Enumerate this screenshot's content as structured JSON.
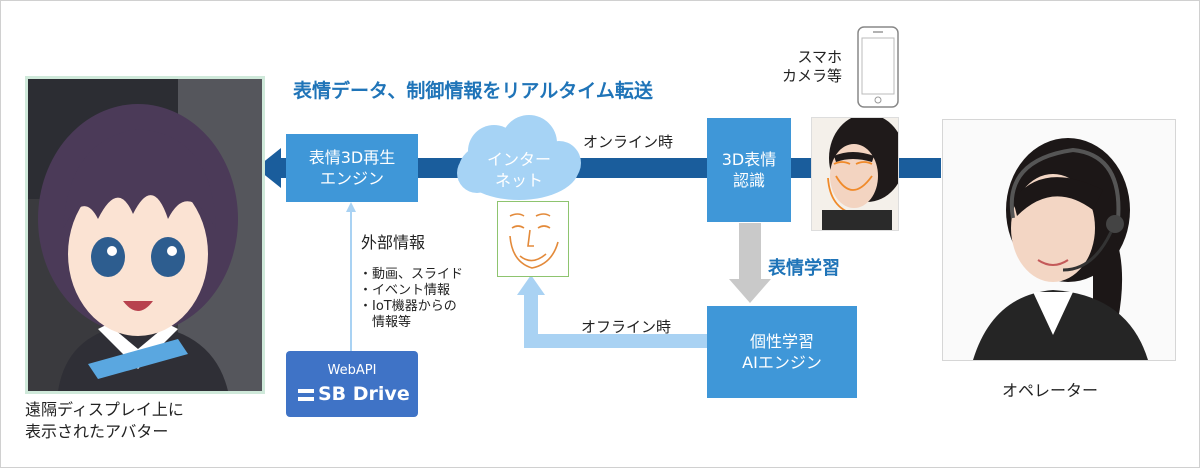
{
  "header": {
    "title": "表情データ、制御情報をリアルタイム転送"
  },
  "avatar": {
    "caption": "遠隔ディスプレイ上に\n表示されたアバター"
  },
  "operator": {
    "caption": "オペレーター"
  },
  "smartphone": {
    "caption": "スマホ\nカメラ等"
  },
  "boxes": {
    "engine": "表情3D再生\nエンジン",
    "internet": "インター\nネット",
    "recognition": "3D表情\n認識",
    "ai": "個性学習\nAIエンジン"
  },
  "labels": {
    "online": "オンライン時",
    "offline": "オフライン時",
    "learning": "表情学習",
    "external": "外部情報",
    "items": "・動画、スライド\n・イベント情報\n・IoT機器からの\n　情報等"
  },
  "webapi": {
    "top": "WebAPI",
    "brand": "SB Drive"
  },
  "colors": {
    "arrow_dark": "#1a5d9c",
    "box_blue": "#3f97d8",
    "arrow_light": "#a9d2f3",
    "heading": "#1f74b8"
  }
}
